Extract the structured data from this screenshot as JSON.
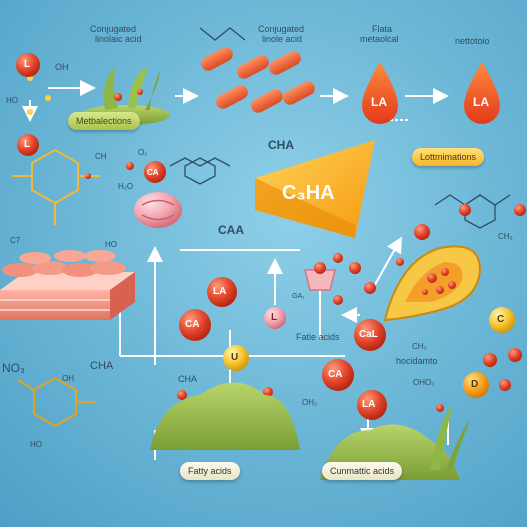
{
  "labels": {
    "top_left_1": "Conjugated",
    "top_left_2": "linolaic acid",
    "top_mid_1": "Conjugated",
    "top_mid_2": "linole acid",
    "top_r1_1": "Flata",
    "top_r1_2": "metaolcal",
    "top_r2": "nettotoio",
    "metabolism_pill": "Metbalections",
    "inflammation_pill": "Lottmimations",
    "cha_top": "CHA",
    "cha_block": "C₃HA",
    "caa": "CAA",
    "cha_left": "CHA",
    "cha_mid": "CHA",
    "fatie_acids": "Fatie acids",
    "fatty_acids": "Fatty acids",
    "cunmattic_acids": "Cunmattic acids",
    "hocidamto": "hocidamto",
    "ch3_right": "CH₃",
    "ch3_mid": "CH₃",
    "oh2_mid": "OH₂",
    "oho3": "OHO₃",
    "no3": "NO₃",
    "ho_h": "HO",
    "ho_small": "HO",
    "c7": "C7",
    "ch_small": "CH",
    "oh_small": "OH",
    "ga": "GA₁",
    "h_oh": "H₂O",
    "o2": "O₂",
    "ho_top": "HO",
    "oh_top": "OH"
  },
  "nodes": {
    "la_top": "L",
    "la_drop_1": "LA",
    "la_drop_2": "LA",
    "l_mid": "L",
    "la_a": "LA",
    "ca_a": "CA",
    "l_b": "L",
    "u_c": "U",
    "cal_d": "CaL",
    "ca_e": "CA",
    "la_f": "LA",
    "c_g": "C",
    "d_h": "D",
    "ca_small": "CA"
  },
  "colors": {
    "background": "#6fb9d8",
    "arrow": "#ffffff",
    "red_node": "#e2452c",
    "orange_node": "#f7a21c",
    "yellow_node": "#f5c531",
    "cha_block": "#ffb21f",
    "tissue": "#f4988d",
    "leaf": "#9cbe4a"
  }
}
